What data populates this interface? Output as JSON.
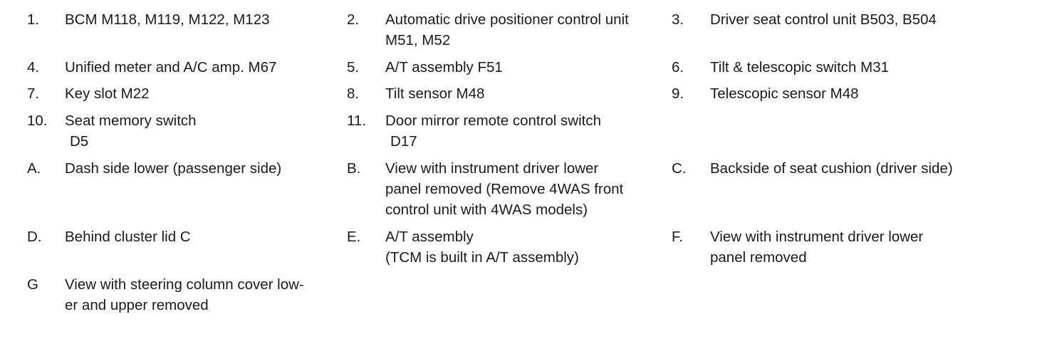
{
  "legend": {
    "rows": [
      [
        {
          "num": "1.",
          "lines": [
            "BCM M118, M119, M122, M123"
          ]
        },
        {
          "num": "2.",
          "lines": [
            "Automatic drive positioner control unit",
            "M51, M52"
          ]
        },
        {
          "num": "3.",
          "lines": [
            "Driver seat control unit B503, B504"
          ]
        }
      ],
      [
        {
          "num": "4.",
          "lines": [
            "Unified meter and A/C amp. M67"
          ]
        },
        {
          "num": "5.",
          "lines": [
            "A/T assembly F51"
          ]
        },
        {
          "num": "6.",
          "lines": [
            "Tilt & telescopic switch M31"
          ]
        }
      ],
      [
        {
          "num": "7.",
          "lines": [
            "Key slot M22"
          ]
        },
        {
          "num": "8.",
          "lines": [
            "Tilt sensor M48"
          ]
        },
        {
          "num": "9.",
          "lines": [
            "Telescopic sensor M48"
          ]
        }
      ],
      [
        {
          "num": "10.",
          "lines": [
            "Seat memory switch",
            "D5"
          ]
        },
        {
          "num": "11.",
          "lines": [
            "Door mirror remote control switch",
            "D17"
          ]
        },
        {
          "num": "",
          "lines": []
        }
      ],
      [
        {
          "num": "A.",
          "lines": [
            "Dash side lower (passenger side)"
          ]
        },
        {
          "num": "B.",
          "lines": [
            "View with instrument driver lower",
            "panel removed (Remove 4WAS front",
            "control unit with 4WAS models)"
          ]
        },
        {
          "num": "C.",
          "lines": [
            "Backside of seat cushion (driver side)"
          ]
        }
      ],
      [
        {
          "num": "D.",
          "lines": [
            "Behind cluster lid C"
          ]
        },
        {
          "num": "E.",
          "lines": [
            "A/T assembly",
            "(TCM is built in A/T assembly)"
          ]
        },
        {
          "num": "F.",
          "lines": [
            "View with instrument driver lower",
            "panel removed"
          ]
        }
      ],
      [
        {
          "num": "G",
          "lines": [
            "View with steering column cover low-",
            "er and upper removed"
          ]
        },
        {
          "num": "",
          "lines": []
        },
        {
          "num": "",
          "lines": []
        }
      ]
    ]
  }
}
